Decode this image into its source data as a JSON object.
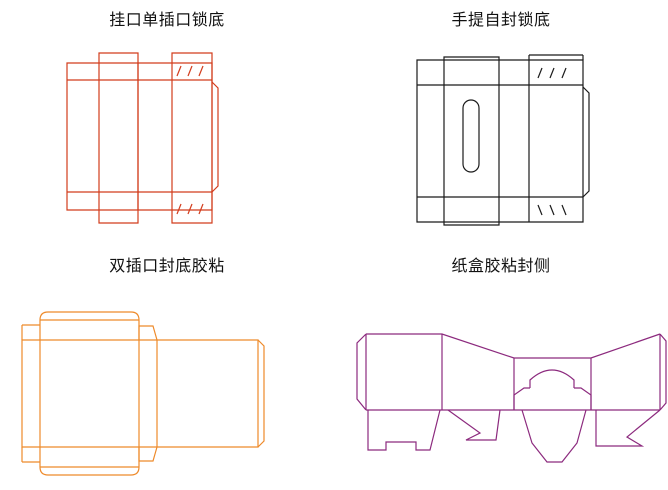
{
  "diagrams": [
    {
      "caption": "挂口单插口锁底",
      "color": "#d23c1c"
    },
    {
      "caption": "手提自封锁底",
      "color": "#1a1a1a"
    },
    {
      "caption": "双插口封底胶粘",
      "color": "#ee8a2a"
    },
    {
      "caption": "纸盒胶粘封侧",
      "color": "#8c2a7e"
    }
  ]
}
